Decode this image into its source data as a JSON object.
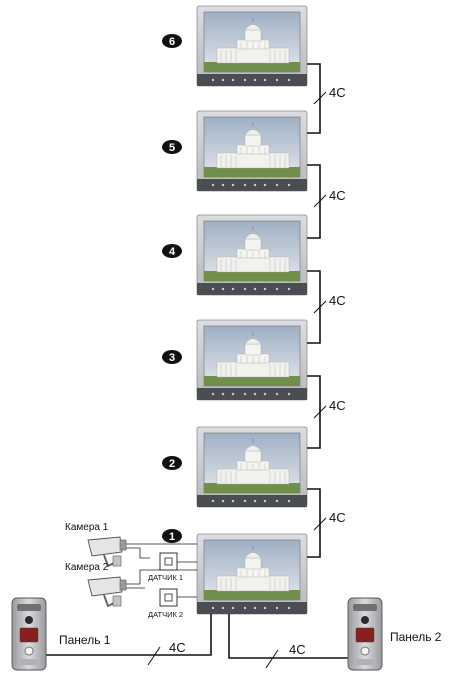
{
  "monitors": [
    {
      "number": "6"
    },
    {
      "number": "5"
    },
    {
      "number": "4"
    },
    {
      "number": "3"
    },
    {
      "number": "2"
    },
    {
      "number": "1"
    }
  ],
  "wire_label": "4C",
  "cameras": [
    {
      "label": "Камера 1"
    },
    {
      "label": "Камера 2"
    }
  ],
  "sensors": [
    {
      "label": "ДАТЧИК 1"
    },
    {
      "label": "ДАТЧИК 2"
    }
  ],
  "panels": [
    {
      "label": "Панель 1",
      "wire_label": "4C"
    },
    {
      "label": "Панель 2",
      "wire_label": "4C"
    }
  ],
  "colors": {
    "monitor_frame": "#c9cacc",
    "monitor_bar": "#4a4d52",
    "badge": "#111111",
    "wire": "#111111"
  }
}
